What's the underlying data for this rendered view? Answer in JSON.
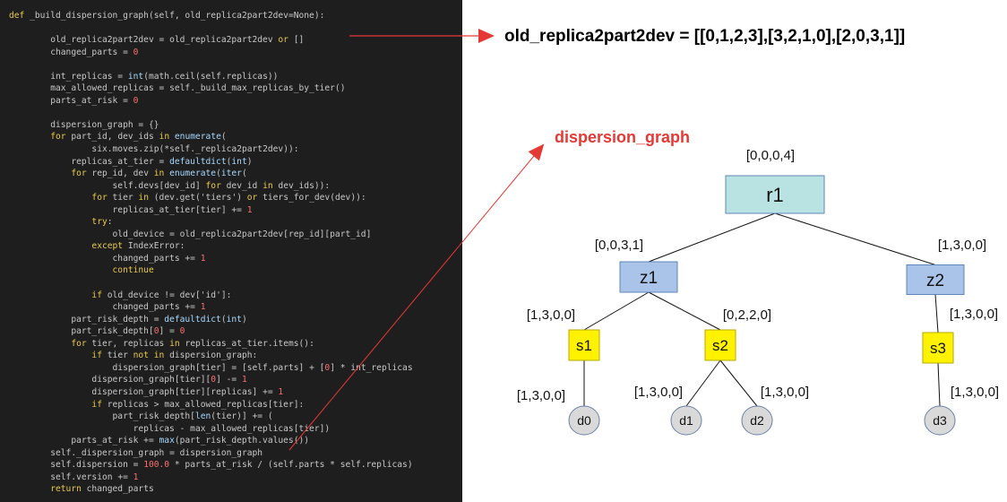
{
  "code": {
    "lines": [
      "def _build_dispersion_graph(self, old_replica2part2dev=None):",
      "",
      "        old_replica2part2dev = old_replica2part2dev or []",
      "        changed_parts = 0",
      "",
      "        int_replicas = int(math.ceil(self.replicas))",
      "        max_allowed_replicas = self._build_max_replicas_by_tier()",
      "        parts_at_risk = 0",
      "",
      "        dispersion_graph = {}",
      "        for part_id, dev_ids in enumerate(",
      "                six.moves.zip(*self._replica2part2dev)):",
      "            replicas_at_tier = defaultdict(int)",
      "            for rep_id, dev in enumerate(iter(",
      "                    self.devs[dev_id] for dev_id in dev_ids)):",
      "                for tier in (dev.get('tiers') or tiers_for_dev(dev)):",
      "                    replicas_at_tier[tier] += 1",
      "                try:",
      "                    old_device = old_replica2part2dev[rep_id][part_id]",
      "                except IndexError:",
      "                    changed_parts += 1",
      "                    continue",
      "",
      "                if old_device != dev['id']:",
      "                    changed_parts += 1",
      "            part_risk_depth = defaultdict(int)",
      "            part_risk_depth[0] = 0",
      "            for tier, replicas in replicas_at_tier.items():",
      "                if tier not in dispersion_graph:",
      "                    dispersion_graph[tier] = [self.parts] + [0] * int_replicas",
      "                dispersion_graph[tier][0] -= 1",
      "                dispersion_graph[tier][replicas] += 1",
      "                if replicas > max_allowed_replicas[tier]:",
      "                    part_risk_depth[len(tier)] += (",
      "                        replicas - max_allowed_replicas[tier])",
      "            parts_at_risk += max(part_risk_depth.values())",
      "        self._dispersion_graph = dispersion_graph",
      "        self.dispersion = 100.0 * parts_at_risk / (self.parts * self.replicas)",
      "        self.version += 1",
      "        return changed_parts"
    ]
  },
  "annotation": {
    "text": "old_replica2part2dev = [[0,1,2,3],[3,2,1,0],[2,0,3,1]]",
    "color": "#000000"
  },
  "graph_title": {
    "text": "dispersion_graph",
    "color": "#e53935"
  },
  "arrow_color": "#e53935",
  "tree": {
    "nodes": [
      {
        "id": "r1",
        "kind": "region",
        "label": "r1",
        "vector": "[0,0,0,4]",
        "fill": "#b9e3e2"
      },
      {
        "id": "z1",
        "kind": "zone",
        "label": "z1",
        "vector": "[0,0,3,1]",
        "fill": "#a9c4e8"
      },
      {
        "id": "z2",
        "kind": "zone",
        "label": "z2",
        "vector": "[1,3,0,0]",
        "fill": "#a9c4e8"
      },
      {
        "id": "s1",
        "kind": "server",
        "label": "s1",
        "vector": "[1,3,0,0]",
        "fill": "#fff200"
      },
      {
        "id": "s2",
        "kind": "server",
        "label": "s2",
        "vector": "[0,2,2,0]",
        "fill": "#fff200"
      },
      {
        "id": "s3",
        "kind": "server",
        "label": "s3",
        "vector": "[1,3,0,0]",
        "fill": "#fff200"
      },
      {
        "id": "d0",
        "kind": "device",
        "label": "d0",
        "vector": "[1,3,0,0]",
        "fill": "#d9d9d9"
      },
      {
        "id": "d1",
        "kind": "device",
        "label": "d1",
        "vector": "[1,3,0,0]",
        "fill": "#d9d9d9"
      },
      {
        "id": "d2",
        "kind": "device",
        "label": "d2",
        "vector": "[1,3,0,0]",
        "fill": "#d9d9d9"
      },
      {
        "id": "d3",
        "kind": "device",
        "label": "d3",
        "vector": "[1,3,0,0]",
        "fill": "#d9d9d9"
      }
    ],
    "edges": [
      [
        "r1",
        "z1"
      ],
      [
        "r1",
        "z2"
      ],
      [
        "z1",
        "s1"
      ],
      [
        "z1",
        "s2"
      ],
      [
        "z2",
        "s3"
      ],
      [
        "s1",
        "d0"
      ],
      [
        "s2",
        "d1"
      ],
      [
        "s2",
        "d2"
      ],
      [
        "s3",
        "d3"
      ]
    ]
  }
}
